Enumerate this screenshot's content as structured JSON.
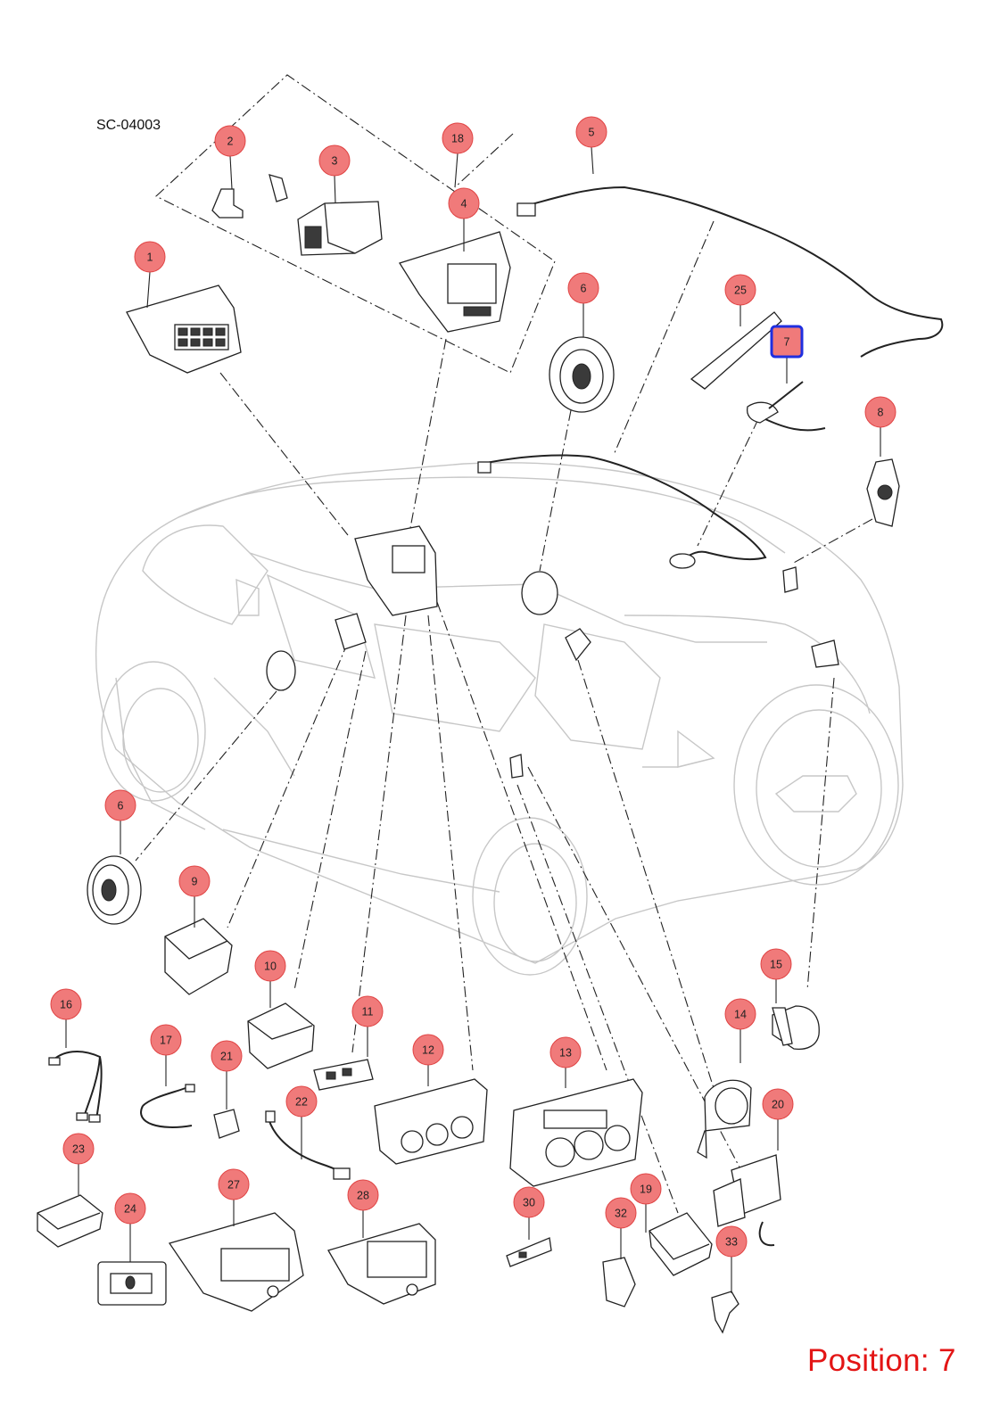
{
  "diagram": {
    "code": "SC-04003",
    "position_label": "Position: 7",
    "selected": "7",
    "colors": {
      "callout_fill": "#f07a7a",
      "callout_stroke": "#e04444",
      "selected_stroke": "#1f2fe0",
      "position_text": "#e31515"
    },
    "callouts": [
      "2",
      "18",
      "3",
      "4",
      "5",
      "1",
      "6",
      "25",
      "7",
      "8",
      "6",
      "9",
      "10",
      "16",
      "17",
      "21",
      "11",
      "12",
      "13",
      "14",
      "15",
      "20",
      "22",
      "23",
      "27",
      "28",
      "30",
      "19",
      "32",
      "33",
      "24"
    ]
  }
}
